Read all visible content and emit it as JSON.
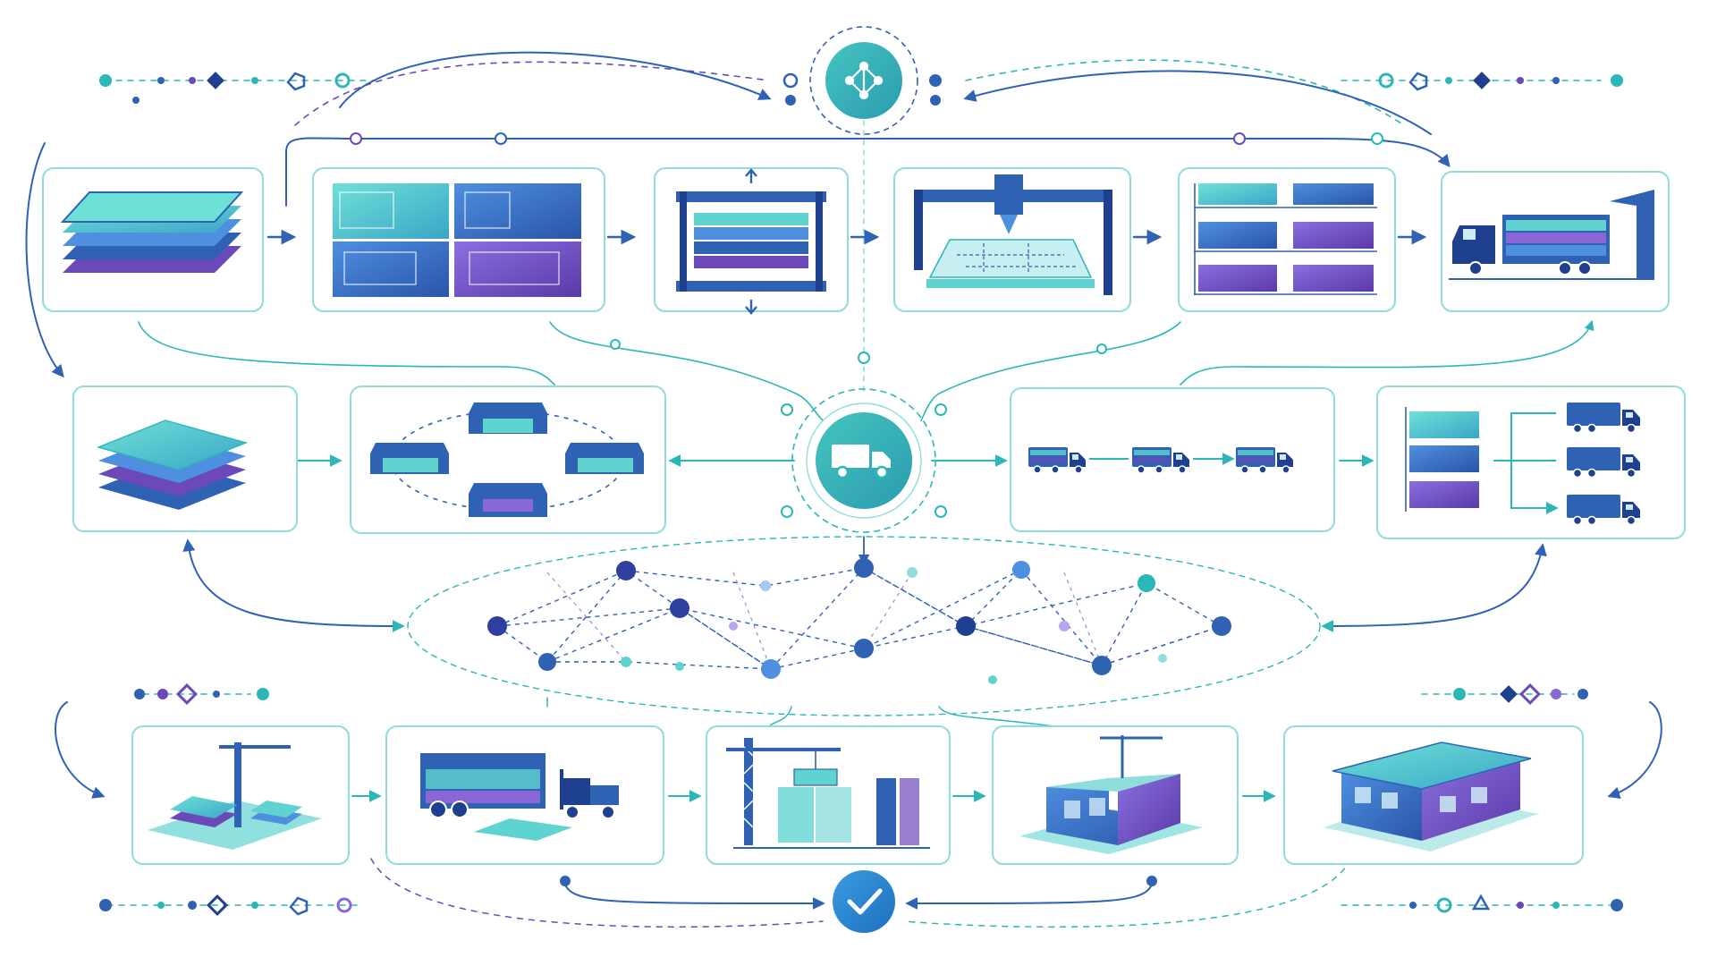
{
  "colors": {
    "teal": "#2bb6b8",
    "teal_light": "#5fd3d0",
    "cyan_border": "#8fdcdc",
    "blue": "#2f62b3",
    "navy": "#1f3f8f",
    "purple": "#6b49b8",
    "violet": "#8a66d6",
    "background": "#ffffff"
  },
  "hubs": [
    {
      "id": "network-hub",
      "icon": "network-nodes-icon"
    },
    {
      "id": "logistics-hub",
      "icon": "delivery-truck-icon"
    },
    {
      "id": "approval-hub",
      "icon": "checkmark-icon"
    }
  ],
  "stages": {
    "row1": [
      {
        "id": "panel-stack",
        "icon": "panel-stack-icon"
      },
      {
        "id": "panel-layout",
        "icon": "panel-layout-grid-icon"
      },
      {
        "id": "press",
        "icon": "panel-press-icon"
      },
      {
        "id": "cnc-cutting",
        "icon": "cnc-gantry-icon"
      },
      {
        "id": "storage-racks",
        "icon": "storage-rack-icon"
      },
      {
        "id": "truck-loading",
        "icon": "truck-loading-dock-icon"
      }
    ],
    "row2": [
      {
        "id": "pallet-stock",
        "icon": "pallet-stack-icon"
      },
      {
        "id": "warehouse-distribution",
        "icon": "warehouse-network-icon"
      },
      {
        "id": "truck-convoy",
        "icon": "truck-convoy-icon"
      },
      {
        "id": "fleet-dispatch",
        "icon": "fleet-dispatch-icon"
      }
    ],
    "row3": [
      {
        "id": "site-crane",
        "icon": "tower-crane-site-icon"
      },
      {
        "id": "unloading",
        "icon": "truck-forklift-icon"
      },
      {
        "id": "wall-erection",
        "icon": "crane-wall-erection-icon"
      },
      {
        "id": "assembly",
        "icon": "building-assembly-icon"
      },
      {
        "id": "finished-building",
        "icon": "finished-house-icon"
      }
    ]
  }
}
